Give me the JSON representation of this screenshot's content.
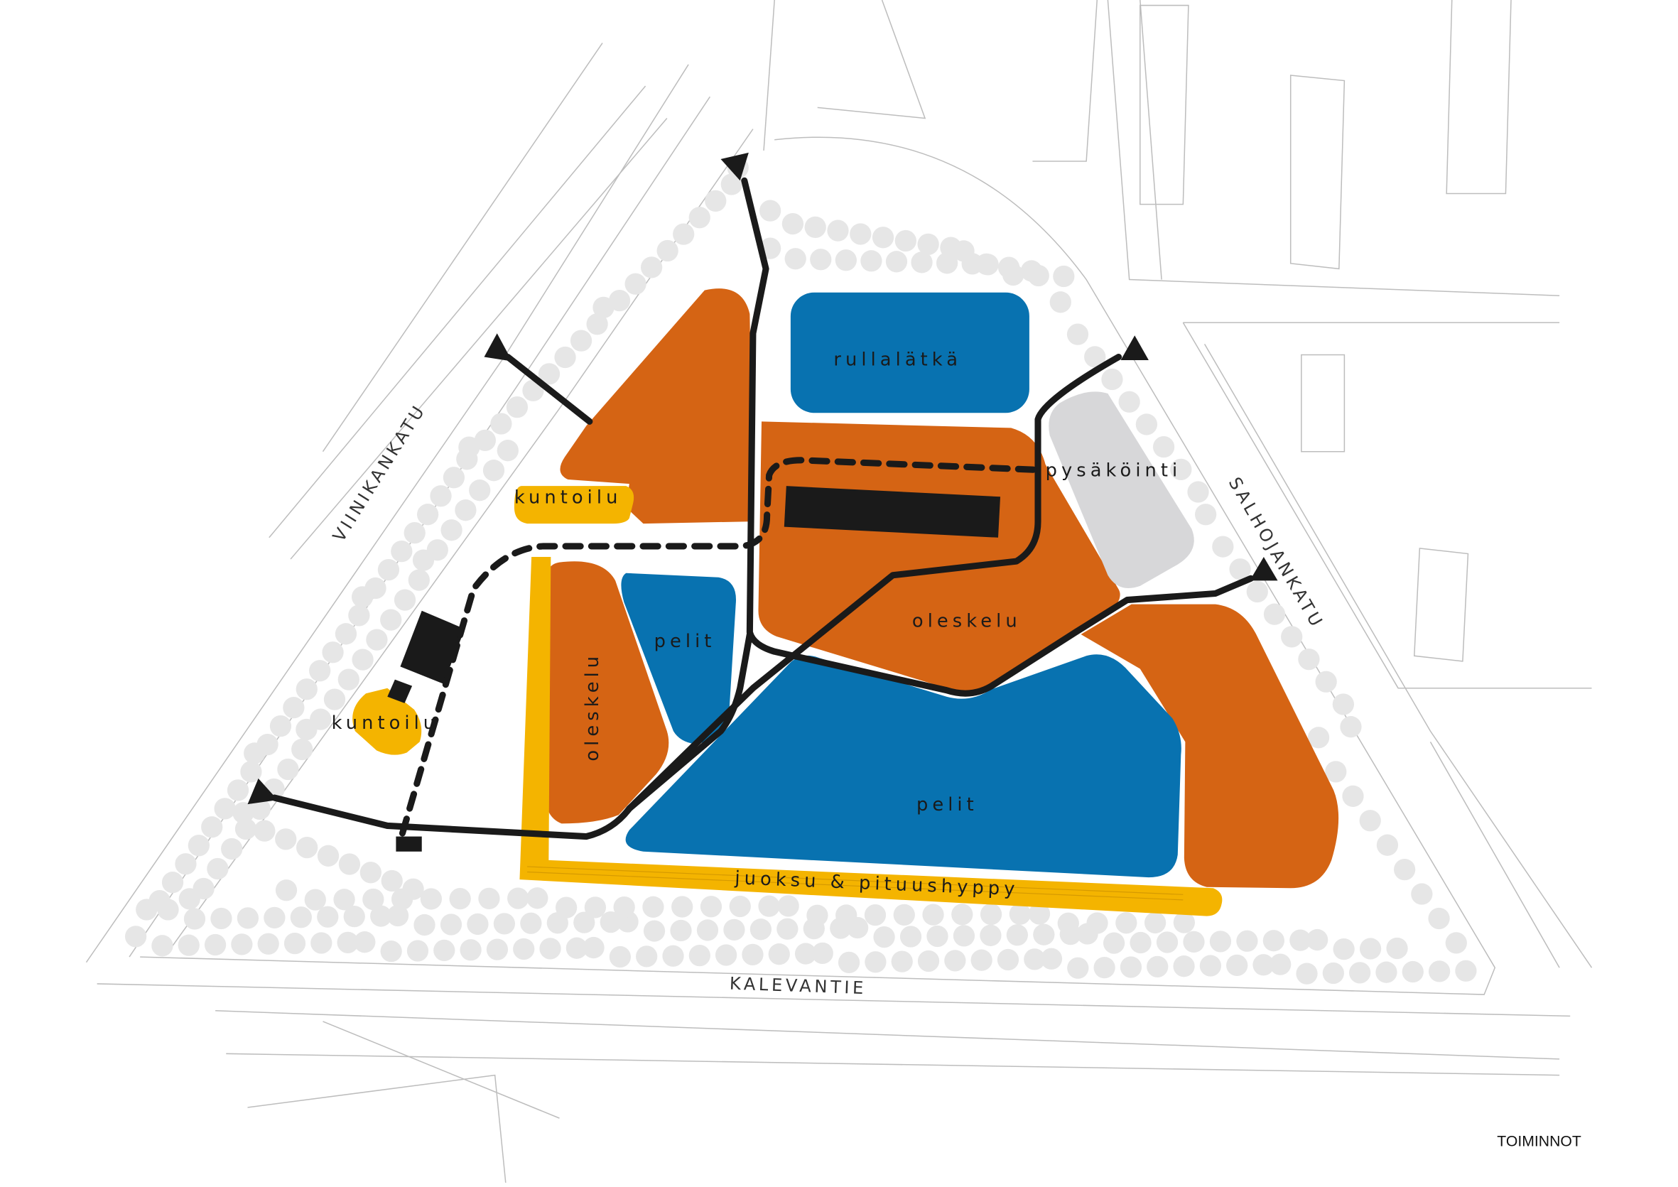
{
  "title": "TOIMINNOT",
  "colors": {
    "leisure": "#D56414",
    "games": "#0872B0",
    "fitness": "#F4B400",
    "parking": "#D7D7D9",
    "trees": "#E6E6E6",
    "paths": "#1A1A1A"
  },
  "streets": {
    "west": "VIINIKANKATU",
    "east": "SALHOJANKATU",
    "south": "KALEVANTIE"
  },
  "areas": {
    "skate_rink": "rullalätkä",
    "parking": "pysäköinti",
    "leisure_center": "oleskelu",
    "leisure_west": "oleskelu",
    "games_small": "pelit",
    "games_large": "pelit",
    "fitness_north": "kuntoilu",
    "fitness_west": "kuntoilu",
    "track": "juoksu & pituushyppy"
  }
}
